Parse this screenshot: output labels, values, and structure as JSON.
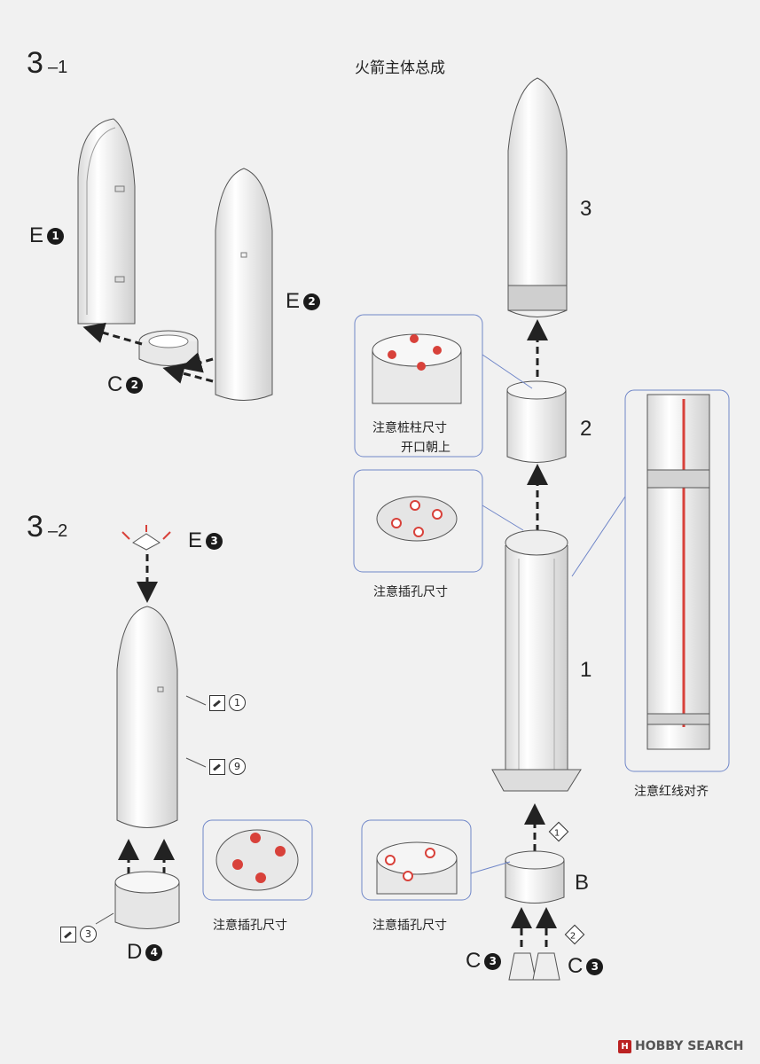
{
  "steps": {
    "s31": {
      "num": "3",
      "sub": "–1"
    },
    "s32": {
      "num": "3",
      "sub": "–2"
    }
  },
  "title": "火箭主体总成",
  "parts": {
    "e1": {
      "letter": "E",
      "num": "1"
    },
    "e2": {
      "letter": "E",
      "num": "2"
    },
    "c2": {
      "letter": "C",
      "num": "2"
    },
    "e3": {
      "letter": "E",
      "num": "3"
    },
    "d4": {
      "letter": "D",
      "num": "4"
    },
    "b": {
      "letter": "B"
    },
    "c3a": {
      "letter": "C",
      "num": "3"
    },
    "c3b": {
      "letter": "C",
      "num": "3"
    }
  },
  "assembly_numbers": {
    "n3": "3",
    "n2": "2",
    "n1": "1"
  },
  "notes": {
    "stake_size": "注意桩柱尺寸",
    "open_up": "开口朝上",
    "hole_size_top": "注意插孔尺寸",
    "hole_size_left": "注意插孔尺寸",
    "hole_size_bottom": "注意插孔尺寸",
    "red_line": "注意红线对齐"
  },
  "paint_refs": {
    "r1": "1",
    "r9": "9",
    "r3": "3"
  },
  "sequence_marks": {
    "m1": "1",
    "m2": "2"
  },
  "watermark": {
    "logo": "H",
    "text": "HOBBY SEARCH"
  },
  "colors": {
    "accent_red": "#d8413a",
    "line": "#3a3a3a",
    "part_fill": "#fdfdfd",
    "callout_border": "#6f86c8"
  }
}
